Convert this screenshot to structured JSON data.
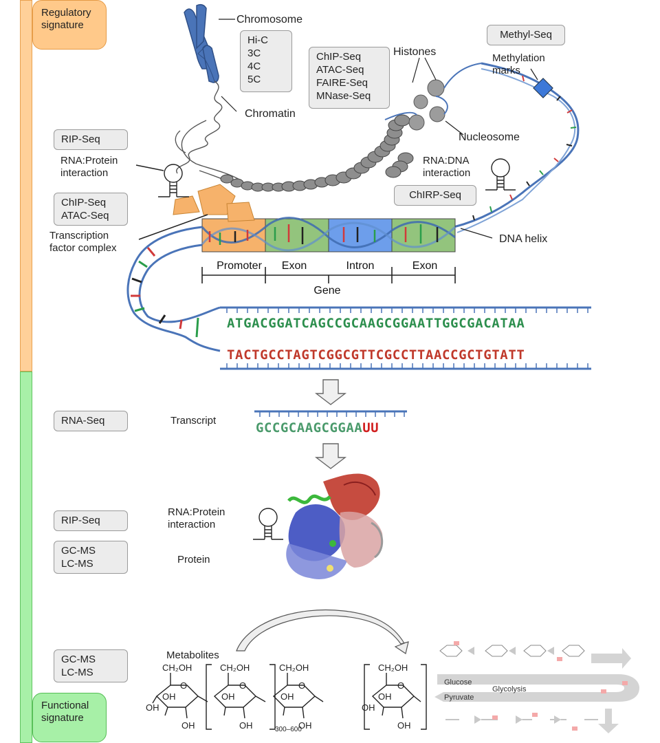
{
  "signatures": {
    "regulatory": [
      "Regulatory",
      "signature"
    ],
    "functional": [
      "Functional",
      "signature"
    ]
  },
  "chromosome": {
    "chromosome_label": "Chromosome",
    "chromatin_label": "Chromatin",
    "conformation_methods": [
      "Hi-C",
      "3C",
      "4C",
      "5C"
    ]
  },
  "chromatin_methods": [
    "ChIP-Seq",
    "ATAC-Seq",
    "FAIRE-Seq",
    "MNase-Seq"
  ],
  "histones_label": "Histones",
  "nucleosome_label": "Nucleosome",
  "methylation": {
    "method": "Methyl-Seq",
    "label": [
      "Methylation",
      "marks"
    ]
  },
  "rna_dna": {
    "label": [
      "RNA:DNA",
      "interaction"
    ],
    "method": "ChIRP-Seq"
  },
  "rip_top": {
    "method": "RIP-Seq",
    "label": [
      "RNA:Protein",
      "interaction"
    ]
  },
  "tf": {
    "methods": [
      "ChIP-Seq",
      "ATAC-Seq"
    ],
    "label": [
      "Transcription",
      "factor complex"
    ]
  },
  "dna_helix_label": "DNA helix",
  "gene": {
    "segments": [
      "Promoter",
      "Exon",
      "Intron",
      "Exon"
    ],
    "label": "Gene"
  },
  "sequences": {
    "top": "ATGACGGATCAGCCGCAAGCGGAATTGGCGACATAA",
    "bottom": "TACTGCCTAGTCGGCGTTCGCCTTAACCGCTGTATT",
    "transcript": "GCCGCAAGCGGAAUU"
  },
  "rna_seq": {
    "method": "RNA-Seq",
    "label": "Transcript"
  },
  "protein_row": {
    "rip_method": "RIP-Seq",
    "rip_label": [
      "RNA:Protein",
      "interaction"
    ],
    "ms_methods": [
      "GC-MS",
      "LC-MS"
    ],
    "protein_label": "Protein"
  },
  "metabolite_row": {
    "ms_methods": [
      "GC-MS",
      "LC-MS"
    ],
    "metabolites_label": "Metabolites",
    "ch2oh": "CH₂OH",
    "oh": "OH",
    "o": "O",
    "repeat": "300–600"
  },
  "glycolysis": {
    "title": "Glycolysis",
    "start": "Glucose",
    "end": "Pyruvate"
  },
  "colors": {
    "dna_blue": "#4a74b8",
    "promoter": "#f6b26b",
    "exon": "#93c47d",
    "intron": "#6d9eeb",
    "tf_orange": "#f6b26b",
    "methyl_marker": "#3c78d8",
    "protein_red": "#c0392b",
    "protein_blue": "#3a4bbf",
    "rna_green": "#3cb83c"
  }
}
